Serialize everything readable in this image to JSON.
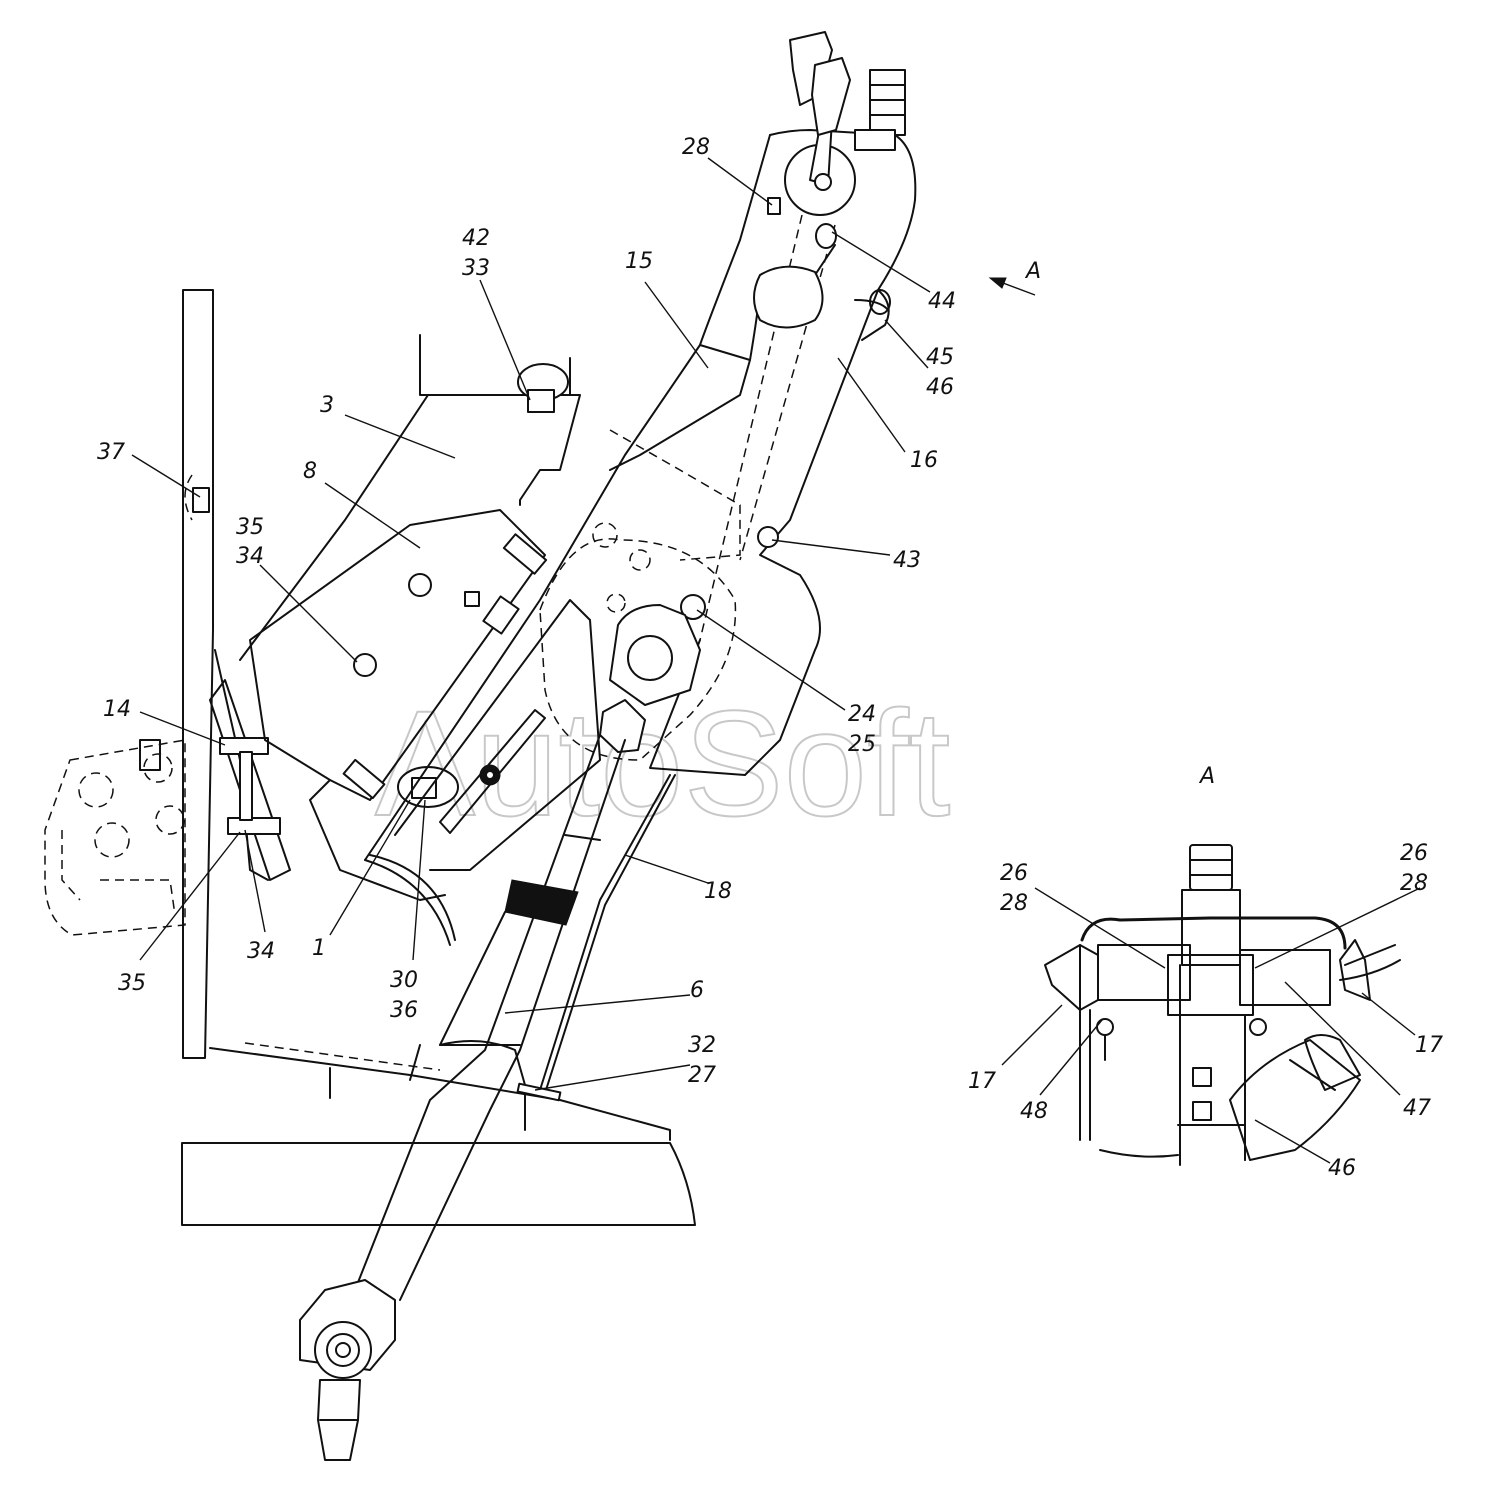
{
  "watermark": "AutoSoft",
  "view_marker": "A",
  "view_title": "A",
  "labels": {
    "l28a": "28",
    "l42": "42",
    "l33": "33",
    "l15": "15",
    "l44": "44",
    "l45": "45",
    "l46a": "46",
    "l16": "16",
    "l3": "3",
    "l37": "37",
    "l8": "8",
    "l35a": "35",
    "l34a": "34",
    "l43": "43",
    "l24": "24",
    "l25": "25",
    "l14": "14",
    "l18": "18",
    "l35b": "35",
    "l34b": "34",
    "l1": "1",
    "l30": "30",
    "l36": "36",
    "l6": "6",
    "l32": "32",
    "l27": "27",
    "l26a": "26",
    "l28b": "28",
    "l26b": "26",
    "l28c": "28",
    "l17a": "17",
    "l17b": "17",
    "l48": "48",
    "l47": "47",
    "l46b": "46"
  }
}
